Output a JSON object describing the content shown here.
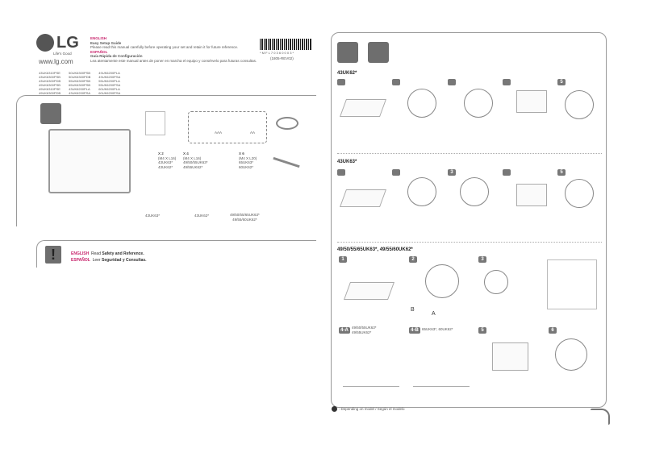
{
  "brand": {
    "logo": "LG",
    "tagline": "Life's Good",
    "url": "www.lg.com"
  },
  "intro": {
    "english_label": "ENGLISH",
    "english_title": "Easy Setup Guide",
    "english_text": "Please read this manual carefully before operating your set and retain it for future reference.",
    "spanish_label": "ESPAÑOL",
    "spanish_title": "Guía Rápida de Configuración",
    "spanish_text": "Lea atentamente este manual antes de poner en marcha el equipo y consérvelo para futuras consultas."
  },
  "barcode": {
    "code": "* M F L 7 0 3 6 0 0 0 3 *",
    "revision": "(1805-REV02)"
  },
  "models": [
    [
      "43UK6310PSE",
      "43UK6300PSB",
      "43UK6300PDB",
      "49UK6300PSB",
      "49UK6310PSE",
      "49UK6300PDB"
    ],
    [
      "50UK6300PSB",
      "50UK6300PDB",
      "55UK6300PSB",
      "65UK6300PSB",
      "43UK6200PLA",
      "43UK6200PSA"
    ],
    [
      "49UK6200PLA",
      "49UK6200PSA",
      "55UK6200PLA",
      "55UK6200PSA",
      "60UK6200PLA",
      "60UK6200PSA"
    ]
  ],
  "accessories": {
    "aaa": "AAA",
    "aa": "AA",
    "screw_a": {
      "badge": "a",
      "count": "X 2",
      "size": "(M4 X L16)",
      "models": [
        "43UK63*",
        "43UK62*"
      ]
    },
    "screw_mid": {
      "count": "X 4",
      "size": "(M4 X L16)",
      "models": [
        "49/50/55UK63*",
        "49/55UK62*"
      ]
    },
    "screw_b": {
      "badge": "b",
      "count": "X 6",
      "size": "(M4 X L20)",
      "models": [
        "65UK63*",
        "60UK62*"
      ]
    },
    "stand1": "43UK63*",
    "stand2": "43UK62*",
    "stand3": [
      "49/50/55/65UK63*",
      "49/55/60UK62*"
    ]
  },
  "safety": {
    "english_label": "ENGLISH",
    "english_text": "Read",
    "english_bold": "Safety and Reference.",
    "spanish_label": "ESPAÑOL",
    "spanish_text": "Leer",
    "spanish_bold": "Seguridad  y Consultas."
  },
  "assembly": {
    "section1": "43UK62*",
    "section2": "43UK63*",
    "section3": "49/50/55/65UK63*, 49/55/60UK62*",
    "steps": [
      "1",
      "2",
      "3",
      "4",
      "5",
      "6"
    ],
    "label_a": "A",
    "label_b": "B",
    "step4a": "4-A",
    "step4a_models": [
      "49/50/55UK63*",
      "49/55UK62*"
    ],
    "step4b": "4-B",
    "step4b_models": "65UK63*, 60UK62*"
  },
  "footnote": ": Depending on model / Según el modelo",
  "colors": {
    "accent": "#c8246c",
    "icon_bg": "#6e6e6e"
  }
}
